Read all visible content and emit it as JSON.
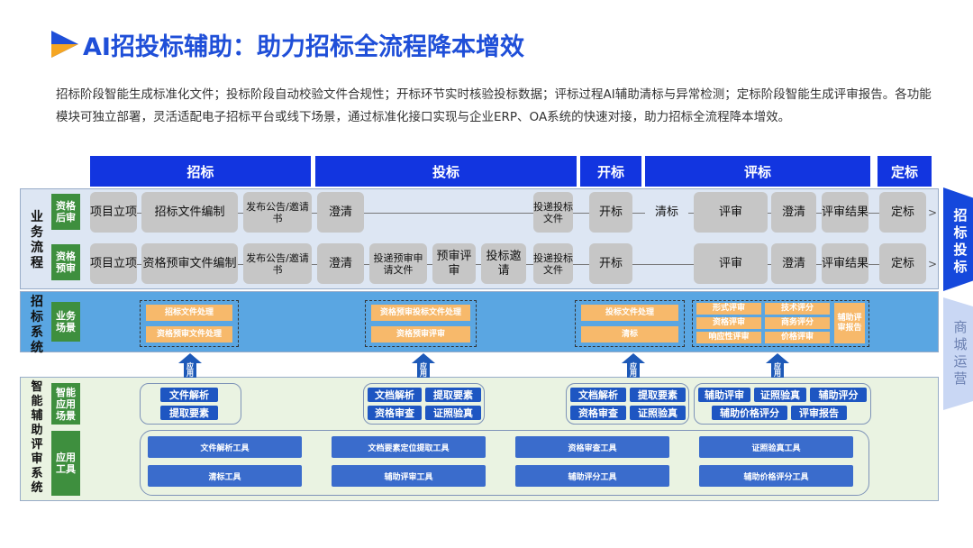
{
  "title": "AI招投标辅助：助力招标全流程降本增效",
  "intro": "招标阶段智能生成标准化文件；投标阶段自动校验文件合规性；开标环节实时核验投标数据；评标过程AI辅助清标与异常检测；定标阶段智能生成评审报告。各功能模块可独立部署，灵活适配电子招标平台或线下场景，通过标准化接口实现与企业ERP、OA系统的快速对接，助力招标全流程降本增效。",
  "phases": [
    "招标",
    "投标",
    "开标",
    "评标",
    "定标"
  ],
  "rows": {
    "business_flow": "业务流程",
    "bidding_system": "招标系统",
    "smart_system": "智能辅助评审系统"
  },
  "groups": {
    "post_qual": "资格后审",
    "pre_qual": "资格预审",
    "biz_scene": "业务场景",
    "smart_scene": "智能应用场景",
    "app_tools": "应用工具"
  },
  "flow_row1": [
    "项目立项",
    "招标文件编制",
    "发布公告/邀请书",
    "澄清",
    "投递投标文件",
    "开标",
    "清标",
    "评审",
    "澄清",
    "评审结果",
    "定标"
  ],
  "flow_row2": [
    "项目立项",
    "资格预审文件编制",
    "发布公告/邀请书",
    "澄清",
    "投递预审申请文件",
    "预审评审",
    "投标邀请",
    "投递投标文件",
    "开标",
    "评审",
    "澄清",
    "评审结果",
    "定标"
  ],
  "scenes": {
    "zhaobiao": [
      "招标文件处理",
      "资格预审文件处理"
    ],
    "toubiao": [
      "资格预审投标文件处理",
      "资格预审评审"
    ],
    "kaibiao": [
      "投标文件处理",
      "清标"
    ],
    "pingbiao": [
      "形式评审",
      "技术评分",
      "资格评审",
      "商务评分",
      "响应性评审",
      "价格评审"
    ],
    "report": "辅助评审报告"
  },
  "apply_label": "应用",
  "smart_scenes": {
    "s1": [
      "文件解析",
      "提取要素"
    ],
    "s2": [
      "文档解析",
      "提取要素",
      "资格审查",
      "证照验真"
    ],
    "s3": [
      "文档解析",
      "提取要素",
      "资格审查",
      "证照验真"
    ],
    "s4": [
      "辅助评审",
      "证照验真",
      "辅助评分",
      "辅助价格评分",
      "评审报告"
    ]
  },
  "tools": [
    "文件解析工具",
    "文档要素定位提取工具",
    "资格审查工具",
    "证照验真工具",
    "清标工具",
    "辅助评审工具",
    "辅助评分工具",
    "辅助价格评分工具"
  ],
  "side": {
    "active": "招标投标",
    "inactive": "商城运营"
  },
  "colors": {
    "accent": "#1235e0",
    "title": "#1f4fd8",
    "orange": "#f7b96b",
    "green": "#3e8f3e"
  }
}
